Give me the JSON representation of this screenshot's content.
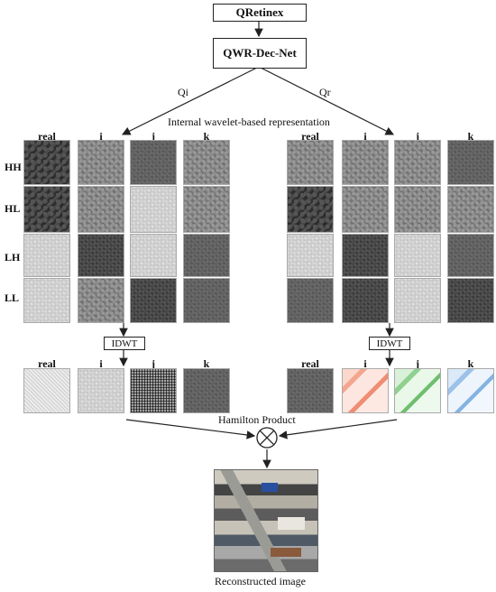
{
  "top_box": {
    "label": "QRetinex"
  },
  "net_box": {
    "label": "QWR-Dec-Net"
  },
  "branch_left": {
    "label": "Qi"
  },
  "branch_right": {
    "label": "Qr"
  },
  "section_title": "Internal wavelet-based representation",
  "columns": [
    "real",
    "i",
    "j",
    "k"
  ],
  "rows": [
    "HH",
    "HL",
    "LH",
    "LL"
  ],
  "idwt_label": "IDWT",
  "hamilton_label": "Hamilton Product",
  "output_label": "Reconstructed image",
  "colors": {
    "stroke": "#222222",
    "i_tint": "#ef8d73",
    "j_tint": "#6fbf6f",
    "k_tint": "#85b3e3"
  }
}
